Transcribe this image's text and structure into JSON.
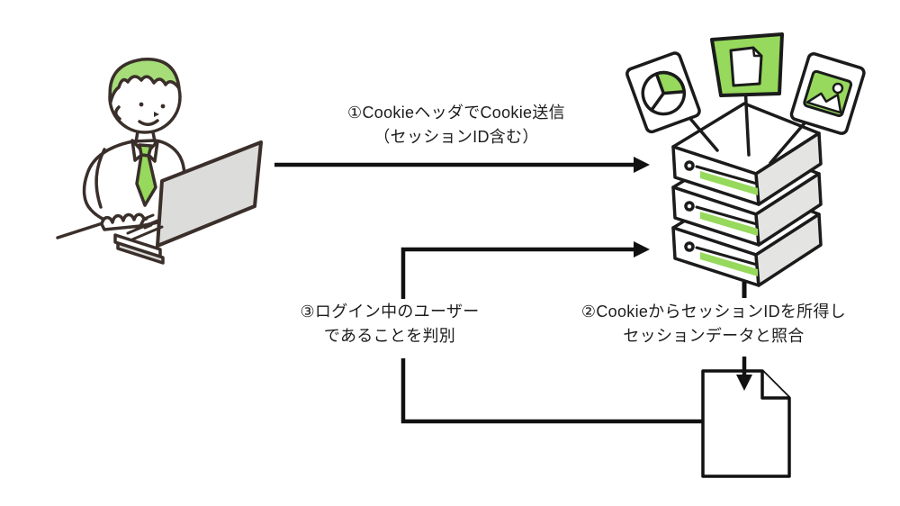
{
  "page": {
    "background": "#ffffff"
  },
  "diagram": {
    "type": "flow",
    "labels": {
      "step1": {
        "line1": "①CookieヘッダでCookie送信",
        "line2": "（セッションID含む）"
      },
      "step2": {
        "line1": "②CookieからセッションIDを所得し",
        "line2": "セッションデータと照合"
      },
      "step3": {
        "line1": "③ログイン中のユーザー",
        "line2": "であることを判別"
      }
    },
    "nodes": [
      {
        "id": "user",
        "icon": "person-at-laptop-illustration"
      },
      {
        "id": "server",
        "icon": "server-stack-illustration",
        "decorations": [
          "pie-chart-card-icon",
          "document-card-icon",
          "image-card-icon"
        ]
      },
      {
        "id": "session-data",
        "icon": "session-file-icon"
      }
    ],
    "edges": [
      {
        "from": "user",
        "to": "server",
        "label": "step1",
        "style": "solid-arrow"
      },
      {
        "from": "server",
        "to": "session-data",
        "label": "step2",
        "style": "dash-label-arrow"
      },
      {
        "from": "session-data",
        "to": "server",
        "label": "step3",
        "style": "elbow-arrow"
      }
    ],
    "colors": {
      "green": "#96d95c",
      "hair_green": "#a6dd79",
      "gray_face": "#e4e4e2",
      "laptop_gray": "#dcdcda",
      "outline_dark": "#3a2f2a",
      "line_black": "#111111"
    }
  }
}
